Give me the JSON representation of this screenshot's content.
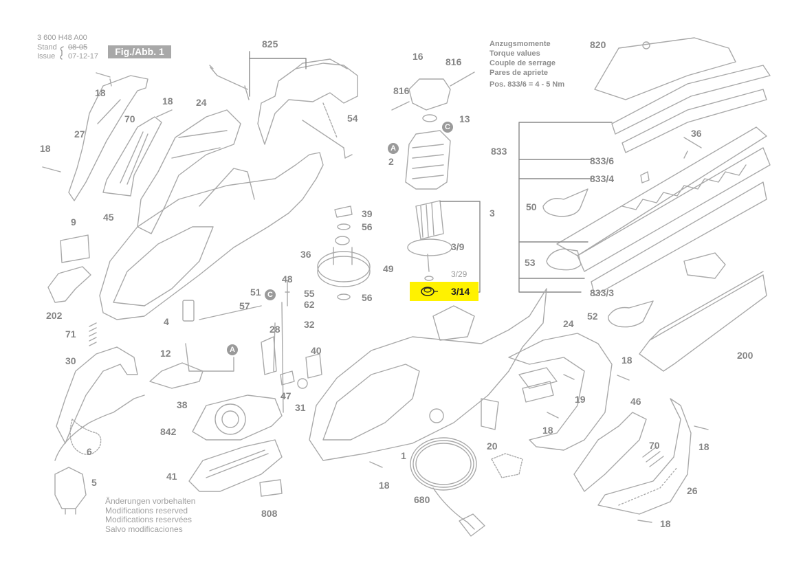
{
  "header": {
    "doc_number": "3 600 H48 A00",
    "stand_label": "Stand",
    "issue_label": "Issue",
    "old_date": "08-05",
    "issue_date": "07-12-17",
    "figure_label": "Fig./Abb. 1"
  },
  "torque": {
    "lines": [
      "Anzugsmomente",
      "Torque values",
      "Couple de serrage",
      "Pares de apriete"
    ],
    "spec": "Pos. 833/6 = 4 - 5 Nm"
  },
  "highlight": {
    "part": "3/14",
    "color": "#fff200"
  },
  "callouts": [
    "825",
    "16",
    "816",
    "816",
    "13",
    "18",
    "70",
    "27",
    "18",
    "24",
    "54",
    "A",
    "C",
    "2",
    "820",
    "36",
    "833",
    "833/6",
    "833/4",
    "50",
    "53",
    "833/3",
    "52",
    "200",
    "18",
    "3",
    "3/9",
    "3/29",
    "39",
    "56",
    "56",
    "49",
    "36",
    "18",
    "45",
    "9",
    "202",
    "51",
    "48",
    "C",
    "55",
    "62",
    "57",
    "32",
    "4",
    "28",
    "40",
    "71",
    "30",
    "12",
    "A",
    "47",
    "31",
    "38",
    "842",
    "6",
    "5",
    "41",
    "808",
    "1",
    "18",
    "680",
    "20",
    "18",
    "24",
    "18",
    "19",
    "46",
    "70",
    "18",
    "26",
    "18"
  ],
  "notes": [
    "Änderungen vorbehalten",
    "Modifications reserved",
    "Modifications reservées",
    "Salvo modificaciones"
  ]
}
